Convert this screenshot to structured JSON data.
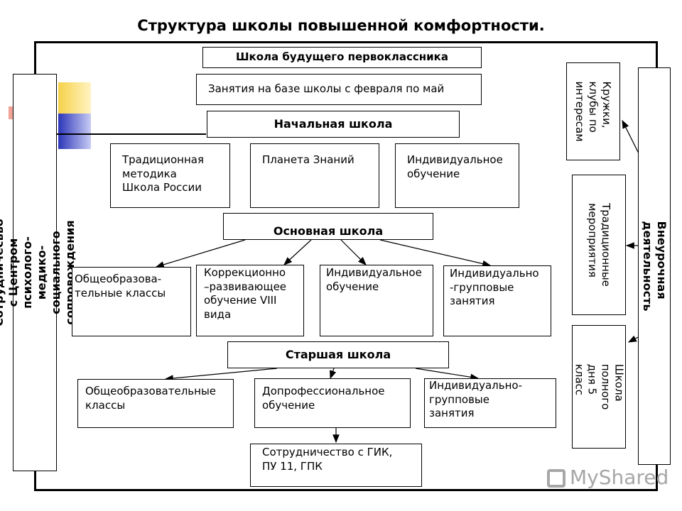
{
  "title": "Структура школы повышенной комфортности.",
  "left_panel": "Сотрудничесвво с Центром психолого-\nмедико-социального сопровождения",
  "right_panel": "Внеурочная деятельность",
  "future_first": "Школа будущего первоклассника",
  "classes_info": "Занятия на базе школы с февраля по май",
  "primary": {
    "title": "Начальная школа",
    "items": [
      "Традиционная\nметодика\nШкола России",
      "Планета Знаний",
      "Индивидуальное\nобучение"
    ]
  },
  "basic": {
    "title": "Основная школа",
    "items": [
      "Общеобразова-\nтельные классы",
      "Коррекционно\n–развивающее\nобучение VIII\nвида",
      "Индивидуальное\nобучение",
      "Индивидуально\n-групповые\nзанятия"
    ]
  },
  "senior": {
    "title": "Старшая школа",
    "items": [
      "Общеобразовательные\nклассы",
      "Допрофессиональное\nобучение",
      "Индивидуально-\nгрупповые\nзанятия"
    ]
  },
  "cooperation": "Сотрудничество с ГИК,\nПУ 11, ГПК",
  "extra": [
    "Кружки,\nклубы по\nинтересам",
    "Традиционные\nмероприятия",
    "Школа\nполного дня 5\nкласс"
  ],
  "logo": "MyShared",
  "colors": {
    "deco_yellow": "#f6d24a",
    "deco_blue": "#2c36b8",
    "deco_red": "#e34a2e",
    "logo_gray": "#a7a7a7"
  }
}
